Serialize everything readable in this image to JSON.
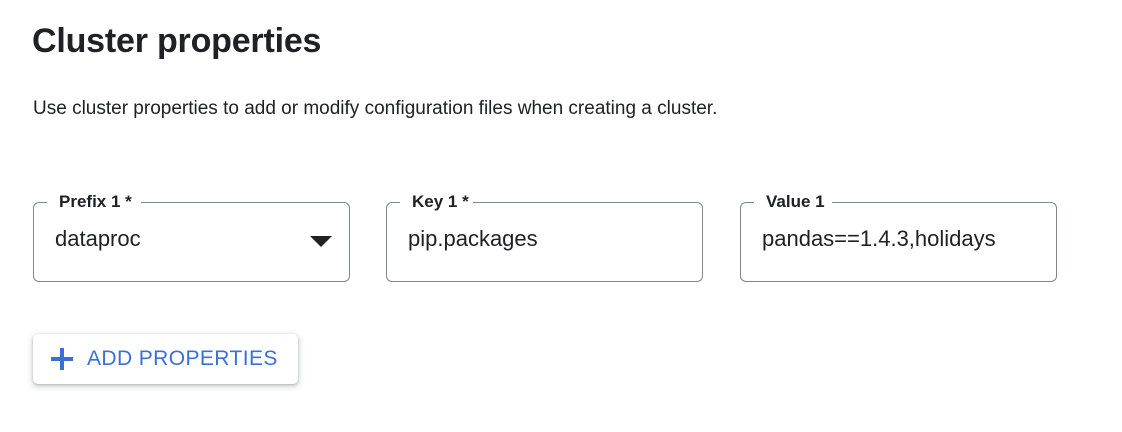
{
  "header": {
    "title": "Cluster properties",
    "description": "Use cluster properties to add or modify configuration files when creating a cluster."
  },
  "form": {
    "fields": [
      {
        "name": "prefix",
        "label": "Prefix 1 *",
        "value": "dataproc",
        "control": "select",
        "icon": "dropdown-arrow-icon",
        "required": true
      },
      {
        "name": "key",
        "label": "Key 1 *",
        "value": "pip.packages",
        "control": "text",
        "required": true
      },
      {
        "name": "value",
        "label": "Value 1",
        "value": "pandas==1.4.3,holidays",
        "control": "text",
        "required": false
      }
    ]
  },
  "actions": {
    "add_properties_label": "ADD PROPERTIES",
    "add_properties_icon": "plus-icon"
  },
  "colors": {
    "accent": "#3b6fd4",
    "text": "#202124",
    "border": "#80868b",
    "background": "#ffffff"
  }
}
